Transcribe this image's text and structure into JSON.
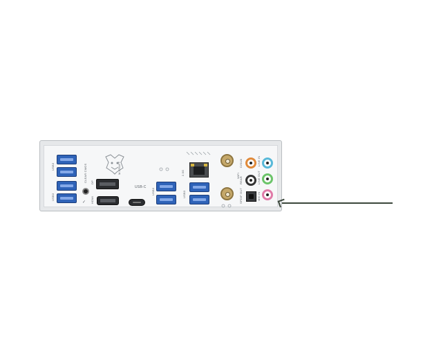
{
  "io_panel": {
    "labels": {
      "usb_left_top": "USB3",
      "usb_left_bottom": "USB3",
      "clear_cmos": "CLEAR CMOS",
      "dp": "DP",
      "hdmi": "HDMI",
      "brand": "M-CRAFT",
      "usbc": "USB-C",
      "usb_mid": "USB3",
      "lan": "2.5G",
      "usb_right": "USB3",
      "wifi": "WiFi",
      "cpu_fan": "C/SUB",
      "rear": "REAR",
      "spdif_out": "SPDIF OUT",
      "mic_in": "MIC IN",
      "line_in": "LINE IN",
      "line_out": "LINE OUT"
    },
    "colors": {
      "usb3_blue": "#2f63b8",
      "jack_orange": "#e08a3a",
      "jack_black": "#333333",
      "jack_blue": "#58b9d9",
      "jack_green": "#6cc46a",
      "jack_pink": "#e07aa8",
      "antenna_gold": "#c5a86a",
      "cable": "#3a463a"
    },
    "icons": {
      "logo": "dragon-logo-icon",
      "usbc": "usb-c-port-icon",
      "lan": "ethernet-port-icon"
    }
  }
}
